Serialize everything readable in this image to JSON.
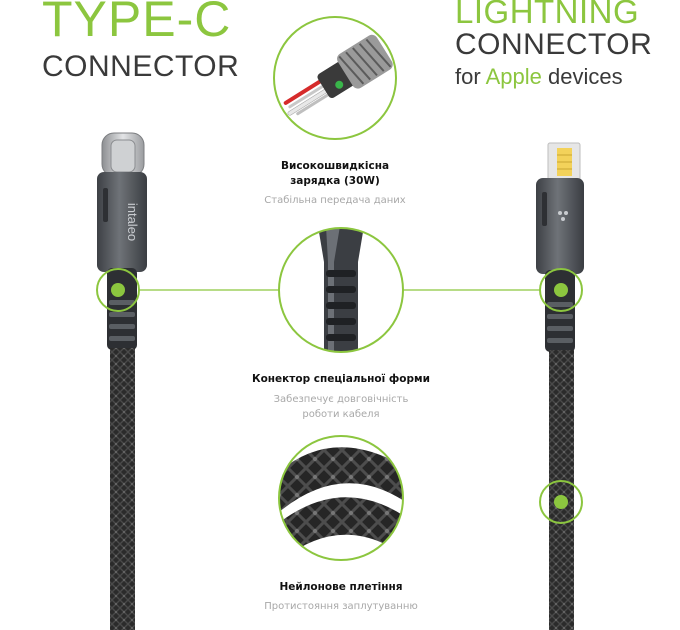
{
  "left_heading": {
    "line1": "TYPE-C",
    "line2": "CONNECTOR"
  },
  "right_heading": {
    "line1": "LIGHTNING",
    "line2": "CONNECTOR",
    "line3_prefix": "for ",
    "line3_brand": "Apple",
    "line3_suffix": " devices"
  },
  "cable_brand": "intaleo",
  "features": [
    {
      "title": "Високошвидкісна\nзарядка (30W)",
      "subtitle": "Стабільна передача даних"
    },
    {
      "title": "Конектор спеціальної форми",
      "subtitle": "Забезпечує довговічність\nроботи кабеля"
    },
    {
      "title": "Нейлонове плетіння",
      "subtitle": "Протистояння заплутуванню"
    }
  ],
  "colors": {
    "accent": "#8cc63f",
    "heading_dark": "#3a3a3a",
    "subtitle_gray": "#a8a8a8",
    "cable_dark": "#2b2b2b",
    "connector_metal": "#5d6166"
  }
}
